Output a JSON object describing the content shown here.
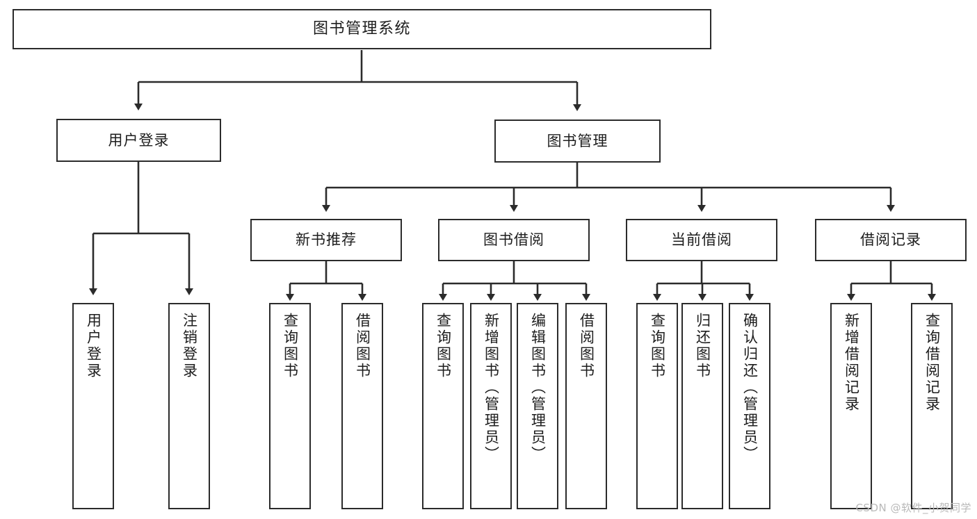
{
  "diagram": {
    "type": "tree",
    "title": "图书管理系统",
    "root": {
      "id": "root",
      "label": "图书管理系统",
      "orientation": "horizontal"
    },
    "level1": [
      {
        "id": "user-login",
        "label": "用户登录",
        "orientation": "horizontal"
      },
      {
        "id": "book-manage",
        "label": "图书管理",
        "orientation": "horizontal"
      }
    ],
    "level2": [
      {
        "id": "new-book-rec",
        "label": "新书推荐",
        "orientation": "horizontal",
        "parent": "book-manage"
      },
      {
        "id": "book-borrow",
        "label": "图书借阅",
        "orientation": "horizontal",
        "parent": "book-manage"
      },
      {
        "id": "current-borrow",
        "label": "当前借阅",
        "orientation": "horizontal",
        "parent": "book-manage"
      },
      {
        "id": "borrow-record",
        "label": "借阅记录",
        "orientation": "horizontal",
        "parent": "book-manage"
      }
    ],
    "leaves": [
      {
        "id": "leaf-user-login",
        "label": "用户登录",
        "orientation": "vertical",
        "parent": "user-login"
      },
      {
        "id": "leaf-user-logout",
        "label": "注销登录",
        "orientation": "vertical",
        "parent": "user-login"
      },
      {
        "id": "leaf-query-book-1",
        "label": "查询图书",
        "orientation": "vertical",
        "parent": "new-book-rec"
      },
      {
        "id": "leaf-borrow-book-1",
        "label": "借阅图书",
        "orientation": "vertical",
        "parent": "new-book-rec"
      },
      {
        "id": "leaf-query-book-2",
        "label": "查询图书",
        "orientation": "vertical",
        "parent": "book-borrow"
      },
      {
        "id": "leaf-add-book",
        "label": "新增图书（管理员）",
        "orientation": "vertical",
        "parent": "book-borrow"
      },
      {
        "id": "leaf-edit-book",
        "label": "编辑图书（管理员）",
        "orientation": "vertical",
        "parent": "book-borrow"
      },
      {
        "id": "leaf-borrow-book-2",
        "label": "借阅图书",
        "orientation": "vertical",
        "parent": "book-borrow"
      },
      {
        "id": "leaf-query-book-3",
        "label": "查询图书",
        "orientation": "vertical",
        "parent": "current-borrow"
      },
      {
        "id": "leaf-return-book",
        "label": "归还图书",
        "orientation": "vertical",
        "parent": "current-borrow"
      },
      {
        "id": "leaf-confirm-return",
        "label": "确认归还（管理员）",
        "orientation": "vertical",
        "parent": "current-borrow"
      },
      {
        "id": "leaf-add-record",
        "label": "新增借阅记录",
        "orientation": "vertical",
        "parent": "borrow-record"
      },
      {
        "id": "leaf-query-record",
        "label": "查询借阅记录",
        "orientation": "vertical",
        "parent": "borrow-record"
      }
    ],
    "colors": {
      "stroke": "#2b2b2b",
      "fill": "#ffffff",
      "text": "#1d1d1d",
      "watermark": "#b9b9b9"
    }
  },
  "watermark": {
    "text": "CSDN @软件_小贺同学"
  }
}
